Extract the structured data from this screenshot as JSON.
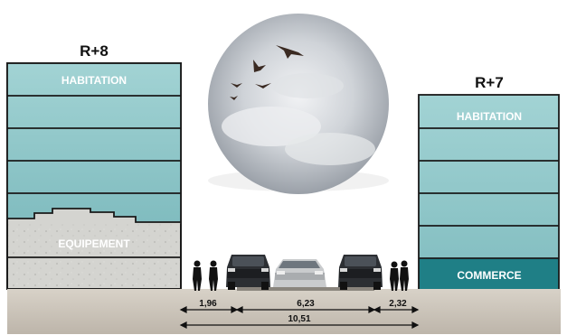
{
  "left_building": {
    "height_label": "R+8",
    "top_label": "HABITATION",
    "middle_label": "EQUIPEMENT"
  },
  "right_building": {
    "height_label": "R+7",
    "top_label": "HABITATION",
    "ground_label": "COMMERCE"
  },
  "dimensions": {
    "left_sidewalk": "1,96",
    "roadway": "6,23",
    "right_sidewalk": "2,32",
    "total": "10,51"
  },
  "colors": {
    "habitation": "#8fc6c8",
    "commerce": "#1f7f86",
    "equipement": "#cfcfcb",
    "ground": "#cdc6bc"
  },
  "icons": [
    "sky-circle",
    "birds",
    "pedestrians",
    "cars"
  ]
}
